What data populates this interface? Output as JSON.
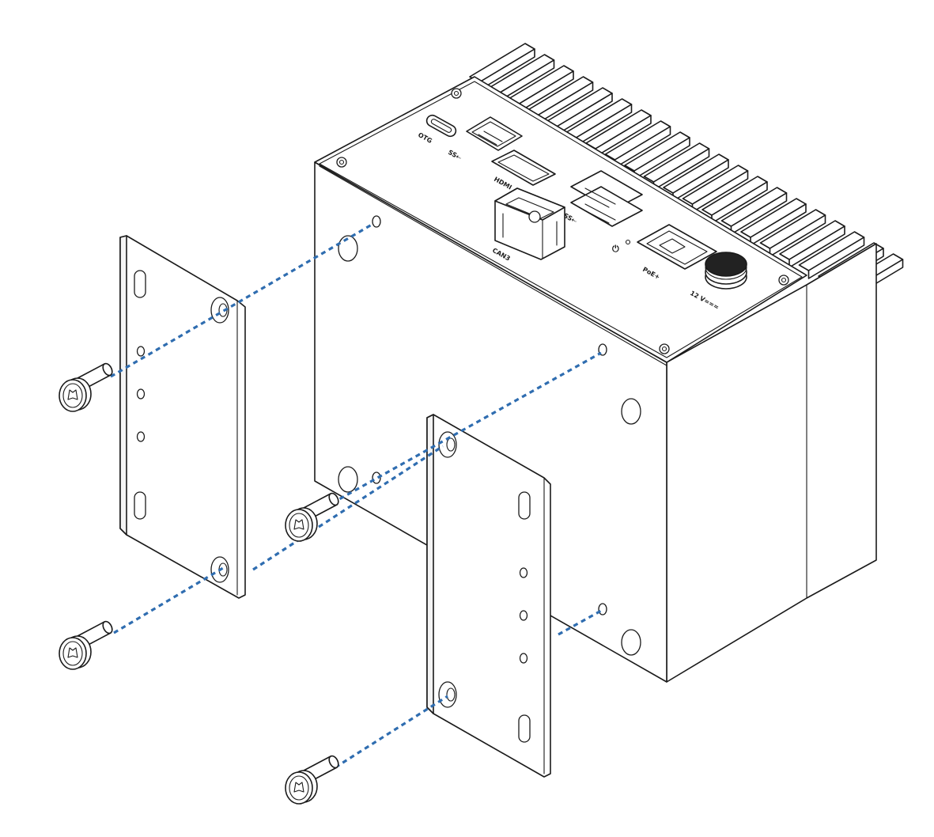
{
  "colors": {
    "guide_line": "#2f6db0",
    "outline": "#1a1a1a",
    "fill": "#ffffff"
  },
  "device": {
    "port_labels": {
      "otg": "OTG",
      "usb3_top": "SS⇠",
      "hdmi": "HDMI",
      "usb3_stack": "SS⇠",
      "can": "CAN3",
      "poe": "PoE+",
      "dc_in": "12 V==="
    },
    "power_symbol": "⏻"
  },
  "parts": {
    "screw_icon": "torx-screw-icon",
    "bracket_count": 2,
    "screw_count": 4
  }
}
